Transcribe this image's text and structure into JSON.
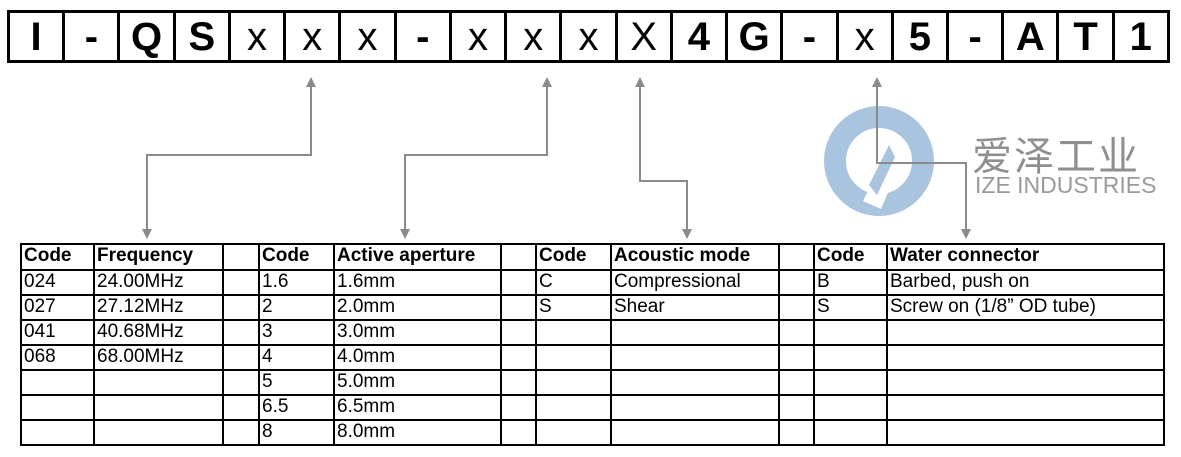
{
  "part_code": {
    "characters": [
      {
        "c": "I",
        "bold": true
      },
      {
        "c": "-",
        "bold": true
      },
      {
        "c": "Q",
        "bold": true
      },
      {
        "c": "S",
        "bold": true
      },
      {
        "c": "x",
        "bold": false
      },
      {
        "c": "x",
        "bold": false
      },
      {
        "c": "x",
        "bold": false
      },
      {
        "c": "-",
        "bold": true
      },
      {
        "c": "x",
        "bold": false
      },
      {
        "c": "x",
        "bold": false
      },
      {
        "c": "x",
        "bold": false
      },
      {
        "c": "X",
        "bold": false
      },
      {
        "c": "4",
        "bold": true
      },
      {
        "c": "G",
        "bold": true
      },
      {
        "c": "-",
        "bold": true
      },
      {
        "c": "x",
        "bold": false
      },
      {
        "c": "5",
        "bold": true
      },
      {
        "c": "-",
        "bold": true
      },
      {
        "c": "A",
        "bold": true
      },
      {
        "c": "T",
        "bold": true
      },
      {
        "c": "1",
        "bold": true
      }
    ]
  },
  "watermark": {
    "cn": "爱泽工业",
    "en": "IZE INDUSTRIES",
    "color": "#a9c4de"
  },
  "table": {
    "headers": [
      "Code",
      "Frequency",
      "",
      "Code",
      "Active aperture",
      "",
      "Code",
      "Acoustic mode",
      "",
      "Code",
      "Water connector"
    ],
    "rows": [
      [
        "024",
        "24.00MHz",
        "",
        "1.6",
        "1.6mm",
        "",
        "C",
        "Compressional",
        "",
        "B",
        "Barbed, push on"
      ],
      [
        "027",
        "27.12MHz",
        "",
        "2",
        "2.0mm",
        "",
        "S",
        "Shear",
        "",
        "S",
        "Screw on (1/8” OD tube)"
      ],
      [
        "041",
        "40.68MHz",
        "",
        "3",
        "3.0mm",
        "",
        "",
        "",
        "",
        "",
        ""
      ],
      [
        "068",
        "68.00MHz",
        "",
        "4",
        "4.0mm",
        "",
        "",
        "",
        "",
        "",
        ""
      ],
      [
        "",
        "",
        "",
        "5",
        "5.0mm",
        "",
        "",
        "",
        "",
        "",
        ""
      ],
      [
        "",
        "",
        "",
        "6.5",
        "6.5mm",
        "",
        "",
        "",
        "",
        "",
        ""
      ],
      [
        "",
        "",
        "",
        "8",
        "8.0mm",
        "",
        "",
        "",
        "",
        "",
        ""
      ]
    ]
  },
  "colors": {
    "arrow": "#8a8a8a",
    "border": "#000000"
  }
}
